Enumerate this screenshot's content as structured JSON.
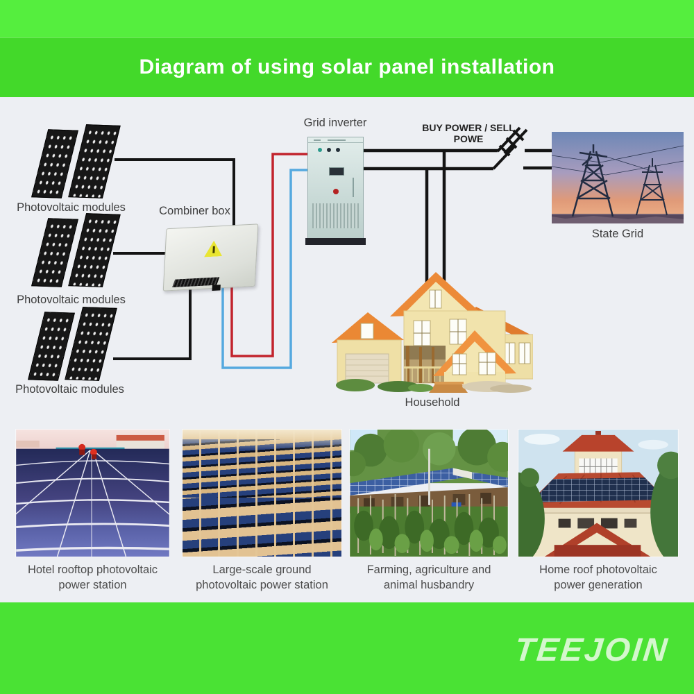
{
  "header": {
    "title": "Diagram of using solar panel installation"
  },
  "diagram": {
    "module_labels": [
      "Photovoltaic modules",
      "Photovoltaic modules",
      "Photovoltaic modules"
    ],
    "combiner_label": "Combiner box",
    "inverter_label": "Grid inverter",
    "buy_sell_label": "BUY POWER / SELL POWE",
    "state_grid_label": "State Grid",
    "household_label": "Household"
  },
  "gallery": [
    {
      "caption_line1": "Hotel rooftop photovoltaic",
      "caption_line2": "power station"
    },
    {
      "caption_line1": "Large-scale ground",
      "caption_line2": "photovoltaic power station"
    },
    {
      "caption_line1": "Farming, agriculture and",
      "caption_line2": "animal husbandry"
    },
    {
      "caption_line1": "Home roof photovoltaic",
      "caption_line2": "power generation"
    }
  ],
  "footer": {
    "brand": "TEEJOIN"
  },
  "colors": {
    "header_green": "#55ee3e",
    "title_band_green": "#43d92a",
    "footer_green": "#4ae234",
    "content_background": "#edeff3",
    "wire_black": "#141414",
    "wire_red": "#c2232c",
    "wire_blue": "#55a9df",
    "warning_yellow": "#e9e531",
    "house_roof_orange": "#ec8a38",
    "house_wall_cream": "#f1e3ac"
  }
}
